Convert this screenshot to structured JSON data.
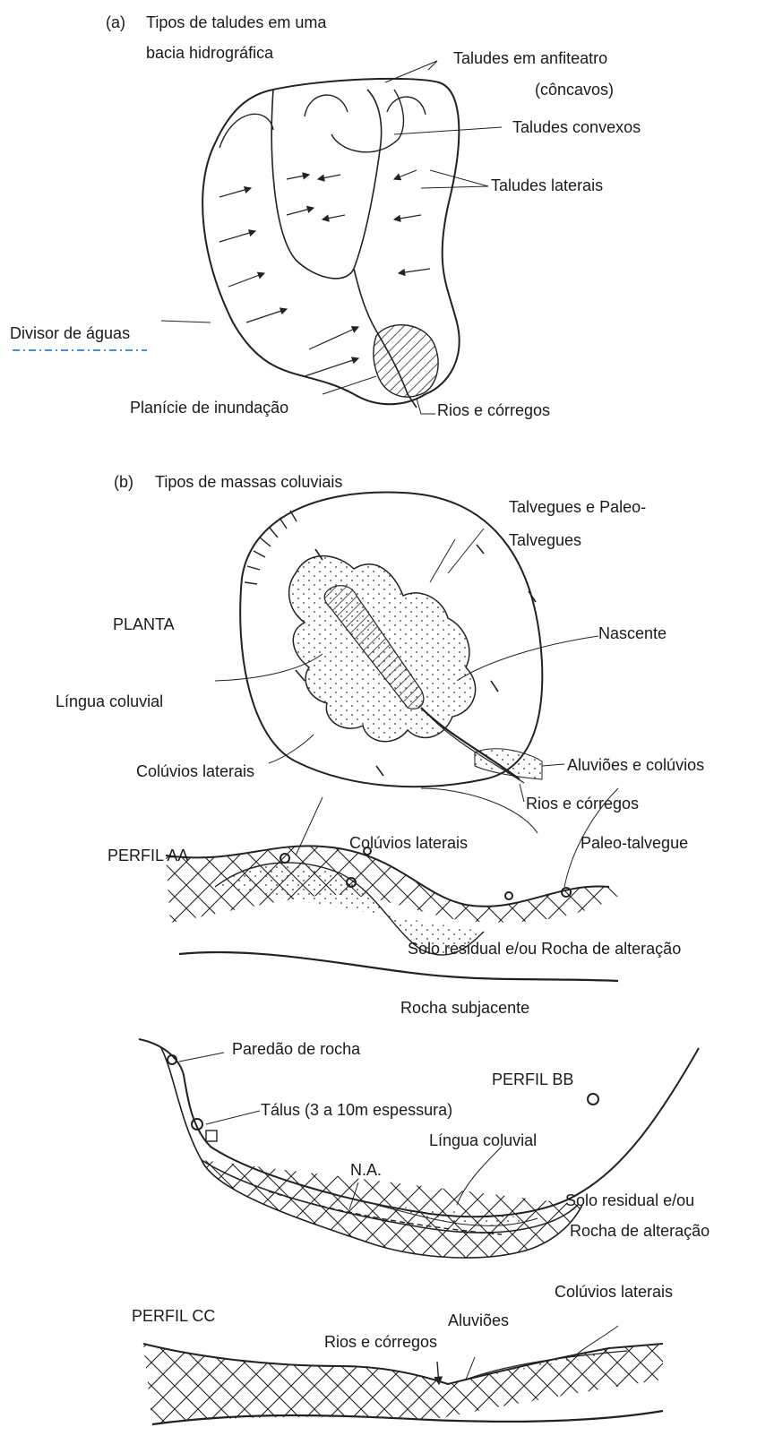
{
  "panel_a": {
    "caption_tag": "(a)",
    "caption_line1": "Tipos de taludes em uma",
    "caption_line2": "bacia hidrográfica",
    "labels": {
      "anfiteatro": "Taludes em anfiteatro",
      "concavos": "(côncavos)",
      "convexos": "Taludes convexos",
      "laterais": "Taludes laterais",
      "divisor": "Divisor de águas",
      "planicie": "Planície de inundação",
      "rios": "Rios e córregos"
    }
  },
  "panel_b": {
    "caption_tag": "(b)",
    "caption": "Tipos de massas coluviais",
    "planta": {
      "title": "PLANTA",
      "talvegues1": "Talvegues e Paleo-",
      "talvegues2": "Talvegues",
      "nascente": "Nascente",
      "lingua": "Língua coluvial",
      "aluvioes_colu": "Aluviões e colúvios",
      "coluvios_laterais": "Colúvios laterais",
      "rios": "Rios e córregos"
    },
    "perfil_aa": {
      "title": "PERFIL AA",
      "coluvios_laterais": "Colúvios laterais",
      "paleo": "Paleo-talvegue",
      "solo": "Solo residual e/ou Rocha de alteração",
      "rocha": "Rocha subjacente"
    },
    "perfil_bb": {
      "title": "PERFIL BB",
      "paredao": "Paredão de rocha",
      "talus": "Tálus (3 a 10m espessura)",
      "lingua": "Língua coluvial",
      "na": "N.A.",
      "solo1": "Solo residual e/ou",
      "solo2": "Rocha de alteração"
    },
    "perfil_cc": {
      "title": "PERFIL CC",
      "coluvios_laterais": "Colúvios laterais",
      "aluvioes": "Aluviões",
      "rios": "Rios e córregos"
    }
  }
}
